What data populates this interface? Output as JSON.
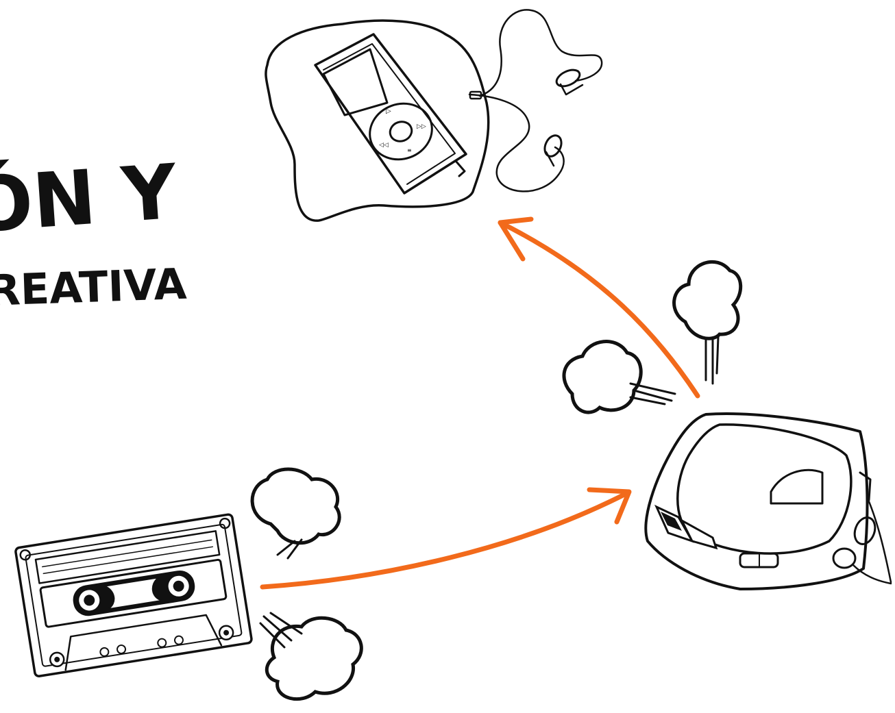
{
  "title": {
    "line1": "ÓN Y",
    "line2": "REATIVA"
  },
  "colors": {
    "ink": "#111111",
    "arrow": "#f26a1b",
    "background": "#ffffff"
  },
  "items": [
    {
      "id": "cassette",
      "icon": "cassette-tape-icon"
    },
    {
      "id": "cd-player",
      "icon": "portable-cd-player-icon"
    },
    {
      "id": "mp3-player",
      "icon": "mp3-player-icon"
    }
  ],
  "flow": [
    {
      "from": "cassette",
      "to": "cd-player"
    },
    {
      "from": "cd-player",
      "to": "mp3-player"
    }
  ]
}
